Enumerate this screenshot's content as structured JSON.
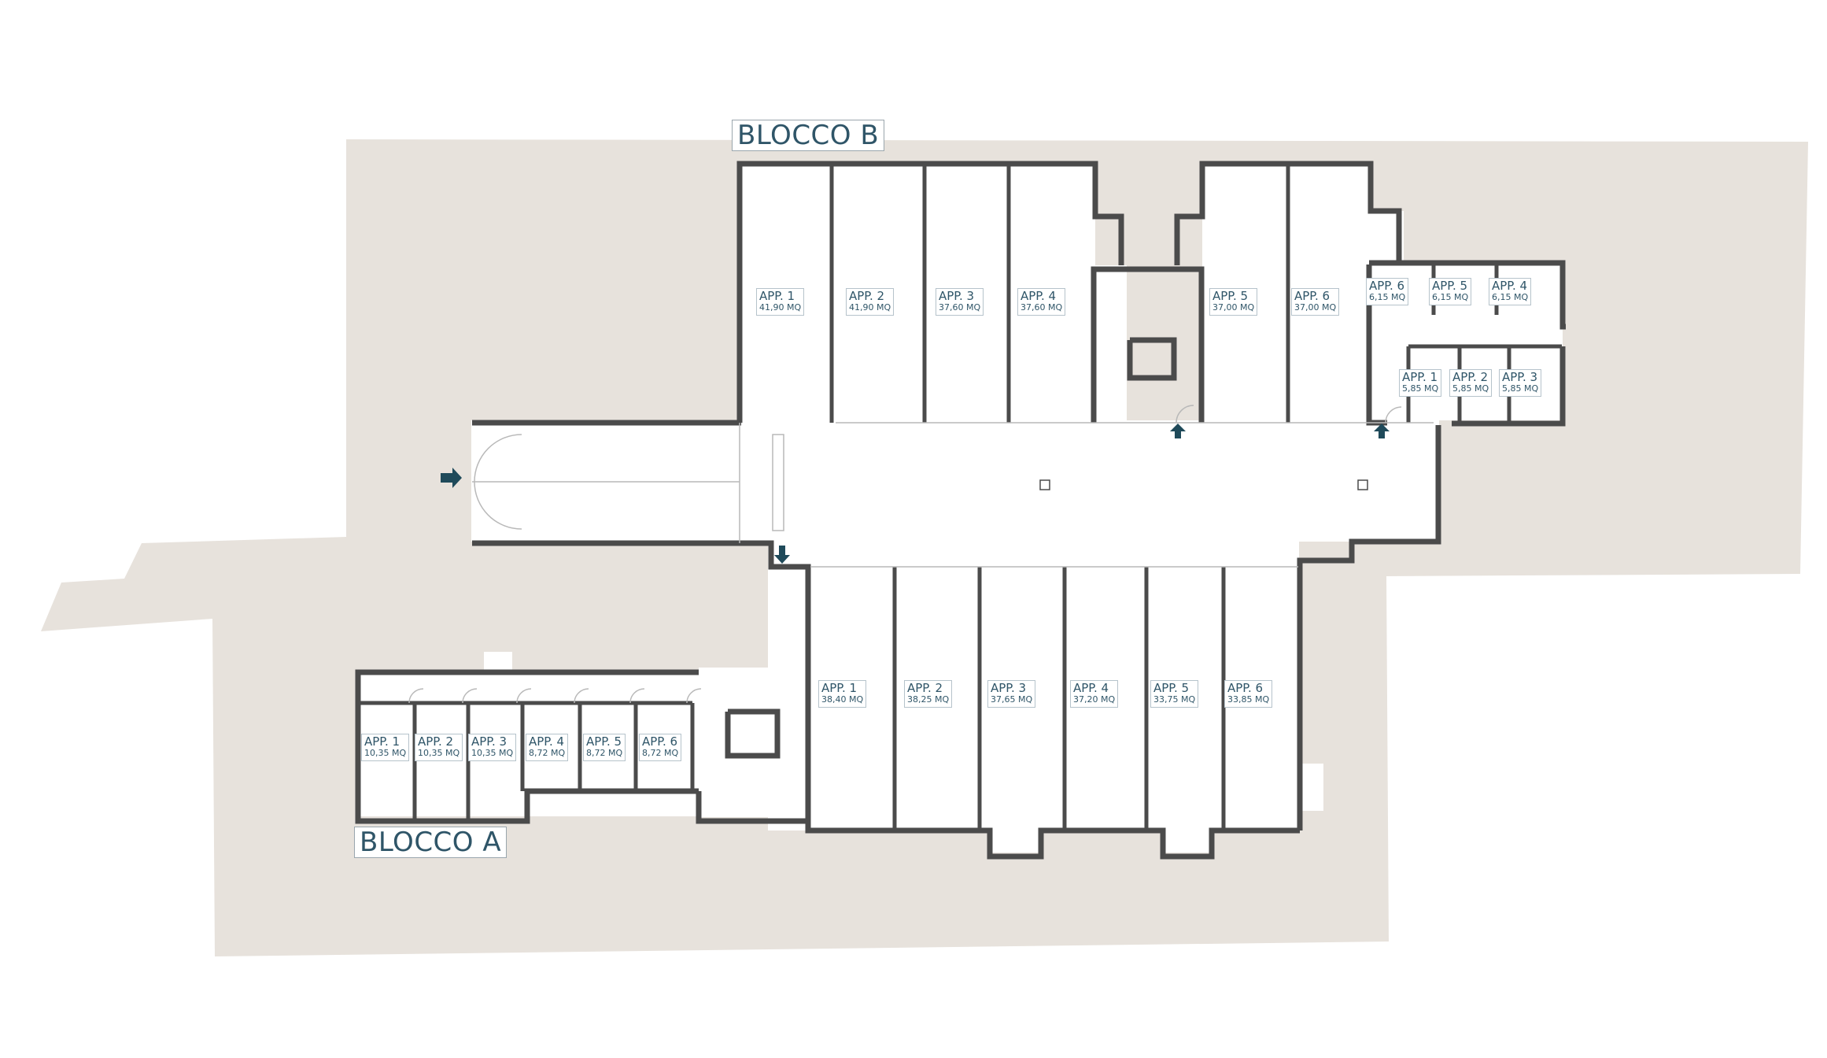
{
  "blocks": {
    "b": {
      "title": "BLOCCO B"
    },
    "a": {
      "title": "BLOCCO A"
    }
  },
  "units": {
    "b_apartments": [
      {
        "name": "APP. 1",
        "area": "41,90 MQ"
      },
      {
        "name": "APP. 2",
        "area": "41,90 MQ"
      },
      {
        "name": "APP. 3",
        "area": "37,60 MQ"
      },
      {
        "name": "APP. 4",
        "area": "37,60 MQ"
      },
      {
        "name": "APP. 5",
        "area": "37,00 MQ"
      },
      {
        "name": "APP. 6",
        "area": "37,00 MQ"
      }
    ],
    "b_storage_top": [
      {
        "name": "APP. 6",
        "area": "6,15 MQ"
      },
      {
        "name": "APP. 5",
        "area": "6,15 MQ"
      },
      {
        "name": "APP. 4",
        "area": "6,15 MQ"
      }
    ],
    "b_storage_bottom": [
      {
        "name": "APP. 1",
        "area": "5,85 MQ"
      },
      {
        "name": "APP. 2",
        "area": "5,85 MQ"
      },
      {
        "name": "APP. 3",
        "area": "5,85 MQ"
      }
    ],
    "a_apartments": [
      {
        "name": "APP. 1",
        "area": "38,40 MQ"
      },
      {
        "name": "APP. 2",
        "area": "38,25 MQ"
      },
      {
        "name": "APP. 3",
        "area": "37,65 MQ"
      },
      {
        "name": "APP. 4",
        "area": "37,20 MQ"
      },
      {
        "name": "APP. 5",
        "area": "33,75 MQ"
      },
      {
        "name": "APP. 6",
        "area": "33,85 MQ"
      }
    ],
    "a_storage": [
      {
        "name": "APP. 1",
        "area": "10,35 MQ"
      },
      {
        "name": "APP. 2",
        "area": "10,35 MQ"
      },
      {
        "name": "APP. 3",
        "area": "10,35 MQ"
      },
      {
        "name": "APP. 4",
        "area": "8,72 MQ"
      },
      {
        "name": "APP. 5",
        "area": "8,72 MQ"
      },
      {
        "name": "APP. 6",
        "area": "8,72 MQ"
      }
    ]
  },
  "colors": {
    "site": "#e7e2dc",
    "wall": "#4b4b4b",
    "floor": "#ffffff",
    "text": "#2f5568",
    "arrow": "#1f4a5a"
  }
}
